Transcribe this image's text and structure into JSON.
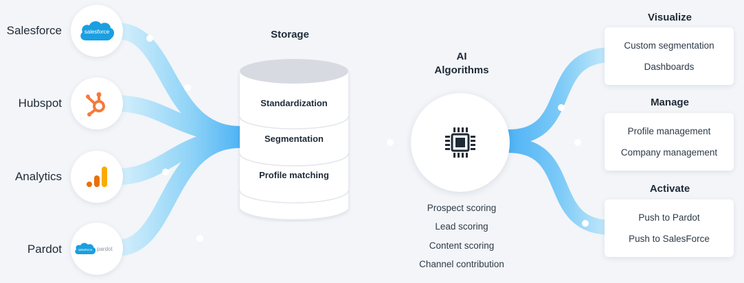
{
  "sources": [
    {
      "label": "Salesforce",
      "icon": "salesforce-cloud-icon",
      "logo_text": "salesforce"
    },
    {
      "label": "Hubspot",
      "icon": "hubspot-sprocket-icon"
    },
    {
      "label": "Analytics",
      "icon": "google-analytics-bars-icon"
    },
    {
      "label": "Pardot",
      "icon": "salesforce-pardot-icon",
      "logo_text_a": "salesforce",
      "logo_text_b": "pardot"
    }
  ],
  "storage": {
    "title": "Storage",
    "layers": [
      "Standardization",
      "Segmentation",
      "Profile matching"
    ]
  },
  "ai": {
    "title_line1": "AI",
    "title_line2": "Algorithms",
    "icon": "chip-icon",
    "items": [
      "Prospect scoring",
      "Lead scoring",
      "Content scoring",
      "Channel contribution"
    ]
  },
  "outputs": [
    {
      "title": "Visualize",
      "items": [
        "Custom segmentation",
        "Dashboards"
      ]
    },
    {
      "title": "Manage",
      "items": [
        "Profile management",
        "Company management"
      ]
    },
    {
      "title": "Activate",
      "items": [
        "Push to Pardot",
        "Push to SalesForce"
      ]
    }
  ],
  "colors": {
    "flow_light": "#c9ebfb",
    "flow_mid": "#8fd3f7",
    "flow_strong": "#4fb3f5",
    "salesforce": "#1b9fe0",
    "hubspot": "#f57a3b",
    "analytics_dark": "#e8710a",
    "analytics_light": "#f9ab00",
    "chip": "#1f2a37",
    "db_top": "#d7dbe1"
  }
}
